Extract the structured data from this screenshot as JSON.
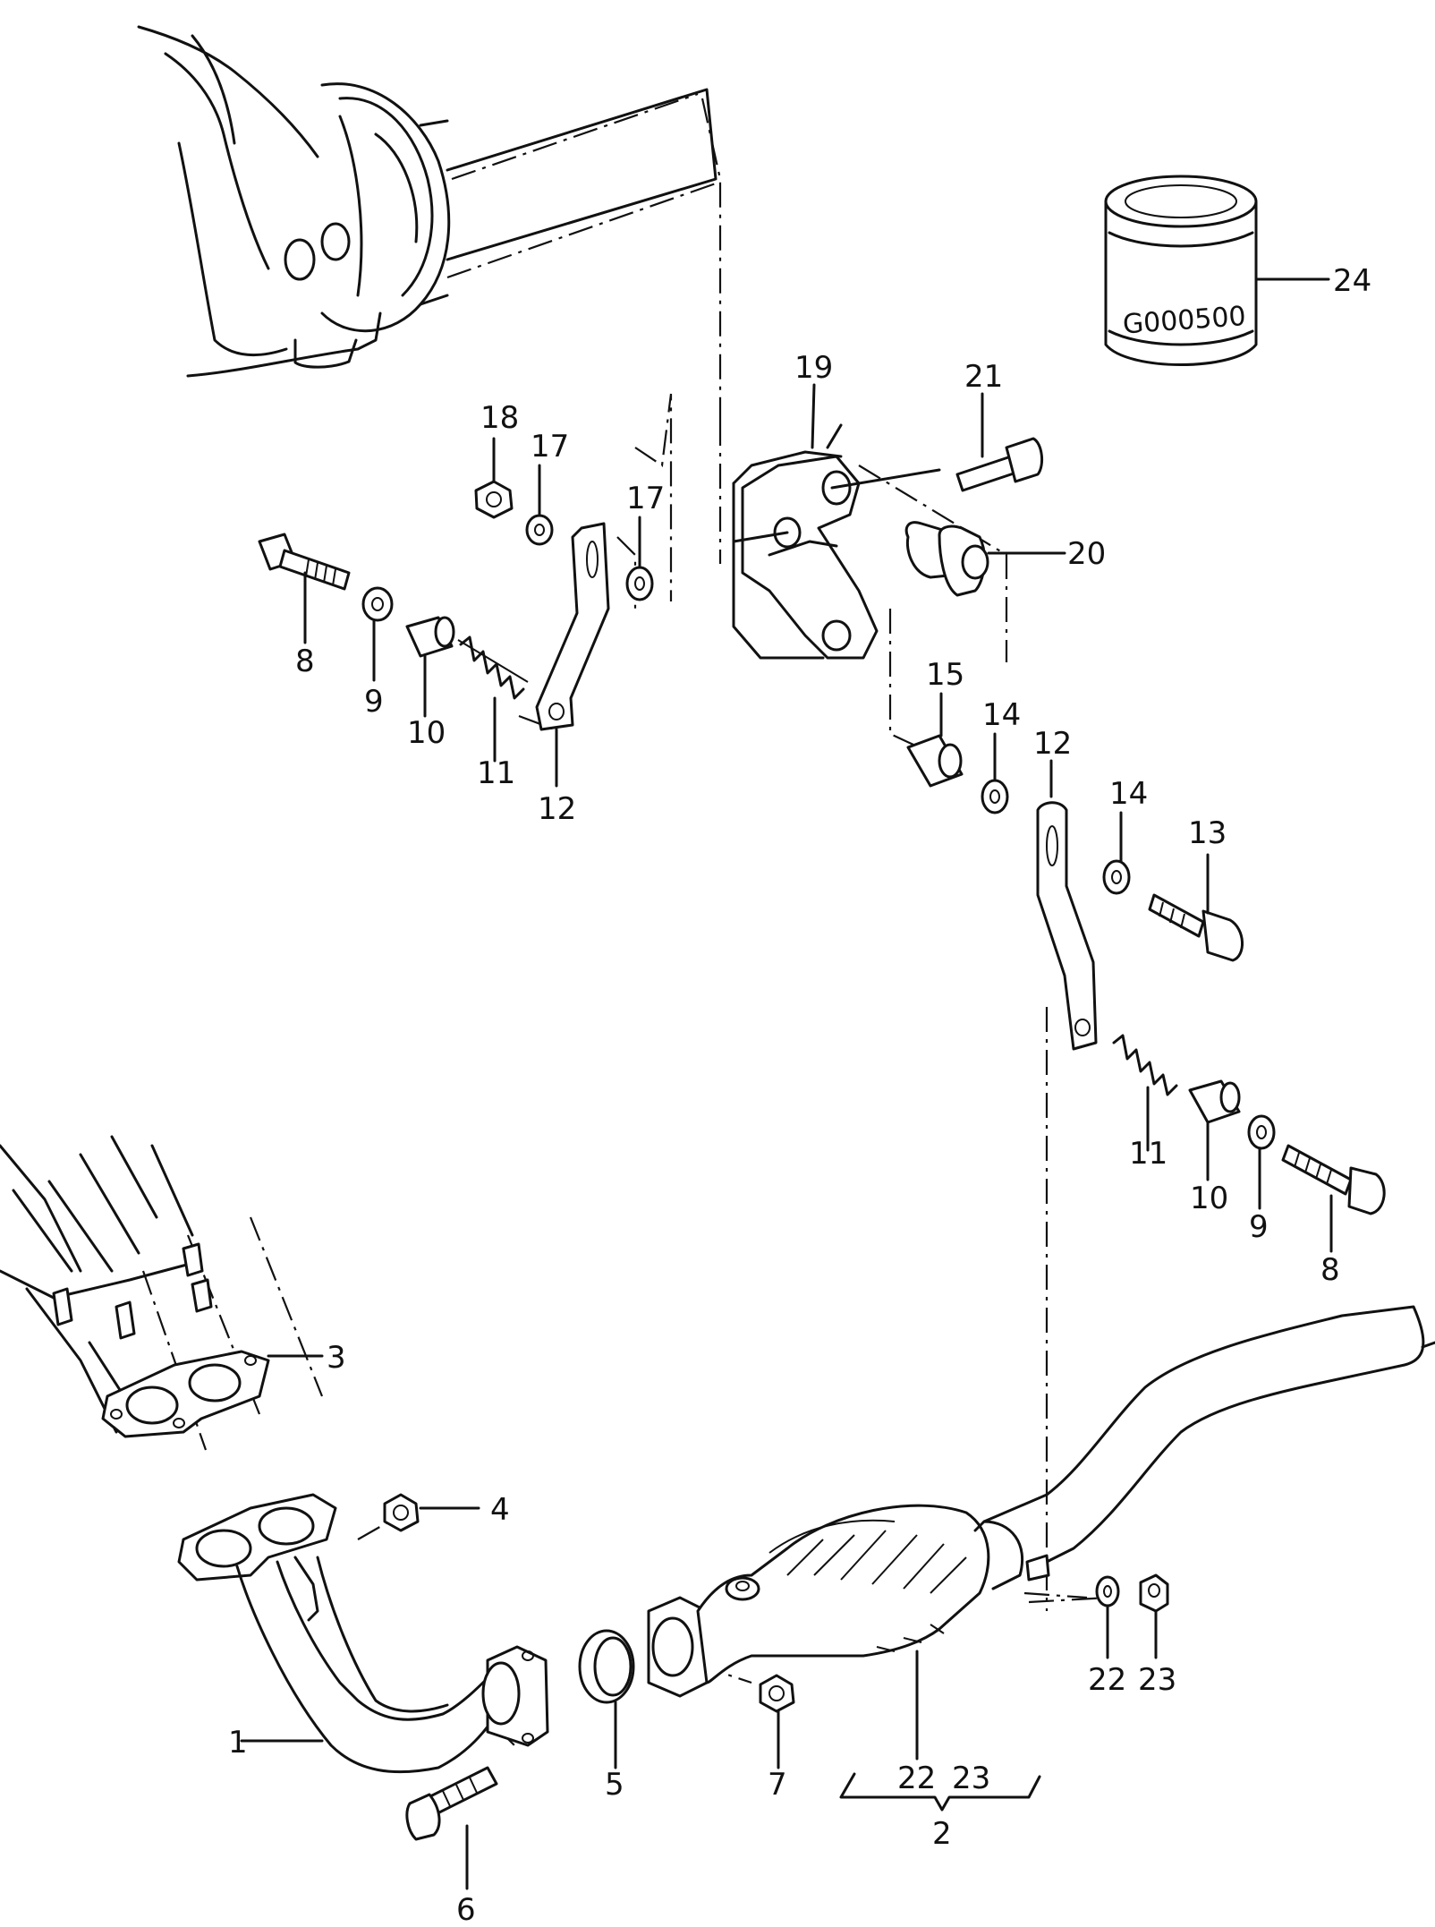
{
  "callouts": {
    "c1": "1",
    "c2": "2",
    "c3": "3",
    "c4": "4",
    "c5": "5",
    "c6": "6",
    "c7": "7",
    "c8a": "8",
    "c8b": "8",
    "c9a": "9",
    "c9b": "9",
    "c10a": "10",
    "c10b": "10",
    "c11a": "11",
    "c11b": "11",
    "c12a": "12",
    "c12b": "12",
    "c13": "13",
    "c14a": "14",
    "c14b": "14",
    "c15": "15",
    "c17a": "17",
    "c17b": "17",
    "c18": "18",
    "c19": "19",
    "c20": "20",
    "c21": "21",
    "c22a": "22",
    "c22b": "22",
    "c23a": "23",
    "c23b": "23",
    "c24": "24"
  },
  "stamp": "G000500"
}
